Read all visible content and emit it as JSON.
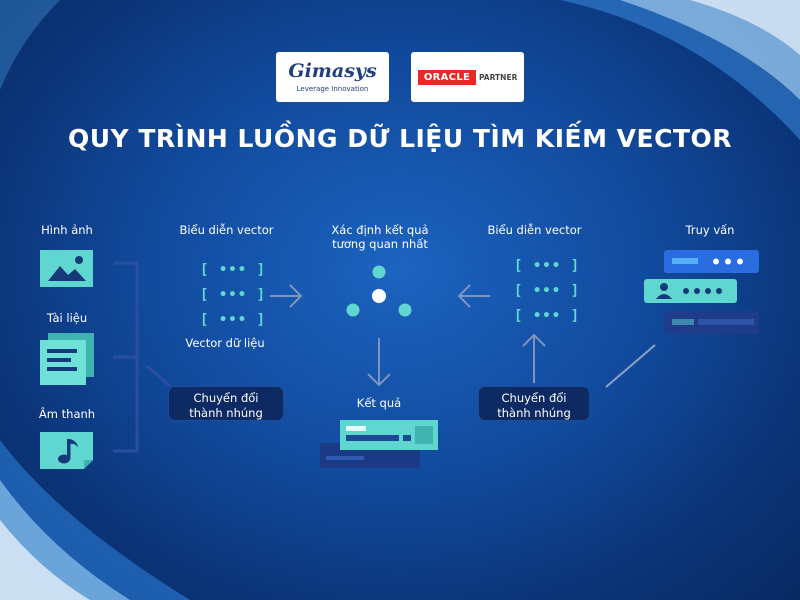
{
  "logos": {
    "gimasys_name": "Gimasys",
    "gimasys_tagline": "Leverage Innovation",
    "oracle_brand": "ORACLE",
    "oracle_partner": "PARTNER"
  },
  "title": "QUY TRÌNH LUỒNG DỮ LIỆU TÌM KIẾM VECTOR",
  "sources": {
    "image": "Hình ảnh",
    "document": "Tài liệu",
    "audio": "Âm thanh"
  },
  "left_panel": {
    "heading": "Biểu diễn vector",
    "caption": "Vector dữ liệu",
    "convert_line1": "Chuyển đổi",
    "convert_line2": "thành nhúng"
  },
  "center": {
    "heading_line1": "Xác định kết quả",
    "heading_line2": "tương quan nhất",
    "result_label": "Kết quả"
  },
  "right_panel": {
    "heading": "Biểu diễn vector",
    "convert_line1": "Chuyển đổi",
    "convert_line2": "thành nhúng"
  },
  "query": {
    "heading": "Truy vấn"
  },
  "vector_glyph": "[ ••• ]",
  "colors": {
    "teal": "#5fd6d0",
    "navy_box": "#0d2a63",
    "title": "#ffffff",
    "oracle_red": "#e12b25"
  }
}
